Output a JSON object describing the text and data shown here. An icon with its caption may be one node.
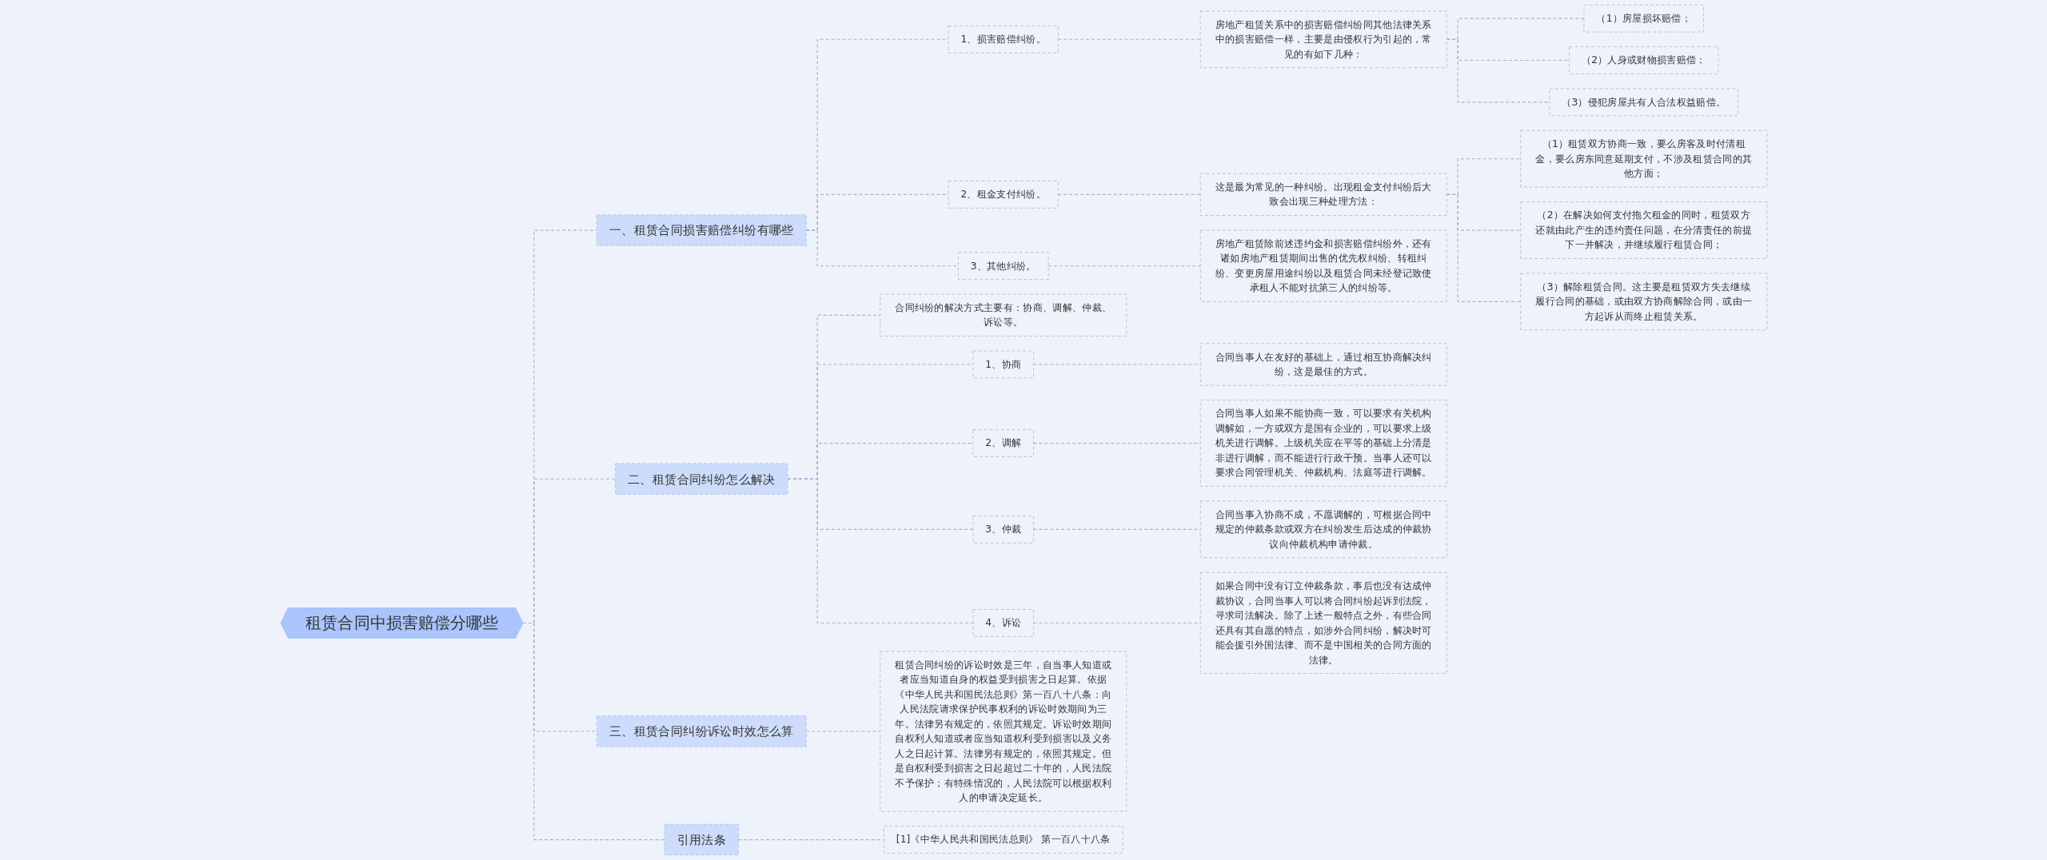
{
  "diagram": {
    "nodes": [
      {
        "text": [
          "租赁合同中损害赔偿分哪些"
        ]
      },
      {
        "text": [
          "一、租赁合同损害赔偿纠纷有哪些"
        ]
      },
      {
        "text": [
          "1、损害赔偿纠纷。"
        ]
      },
      {
        "text": [
          "房地产租赁关系中的损害赔偿纠纷同其他法律关系中的损害赔偿一样，主要是由侵权行为引起的，常见的有如下几种："
        ]
      },
      {
        "text": [
          "（1）房屋损坏赔偿；"
        ]
      },
      {
        "text": [
          "（2）人身或财物损害赔偿；"
        ]
      },
      {
        "text": [
          "（3）侵犯房屋共有人合法权益赔偿。"
        ]
      },
      {
        "text": [
          "2、租金支付纠纷。"
        ]
      },
      {
        "text": [
          "这是最为常见的一种纠纷。出现租金支付纠纷后大致会出现三种处理方法："
        ]
      },
      {
        "text": [
          "（1）租赁双方协商一致，要么房客及时付清租金，要么房东同意延期支付，不涉及租赁合同的其他方面；"
        ]
      },
      {
        "text": [
          "（2）在解决如何支付拖欠租金的同时，租赁双方还就由此产生的违约责任问题，在分清责任的前提下一并解决，并继续履行租赁合同；"
        ]
      },
      {
        "text": [
          "（3）解除租赁合同。这主要是租赁双方失去继续履行合同的基础，或由双方协商解除合同，或由一方起诉从而终止租赁关系。"
        ]
      },
      {
        "text": [
          "3、其他纠纷。"
        ]
      },
      {
        "text": [
          "房地产租赁除前述违约金和损害赔偿纠纷外，还有诸如房地产租赁期间出售的优先权纠纷、转租纠纷、变更房屋用途纠纷以及租赁合同未经登记致使承租人不能对抗第三人的纠纷等。"
        ]
      },
      {
        "text": [
          "二、租赁合同纠纷怎么解决"
        ]
      },
      {
        "text": [
          "合同纠纷的解决方式主要有：协商、调解、仲裁、诉讼等。"
        ]
      },
      {
        "text": [
          "1、协商"
        ]
      },
      {
        "text": [
          "合同当事人在友好的基础上，通过相互协商解决纠纷，这是最佳的方式。"
        ]
      },
      {
        "text": [
          "2、调解"
        ]
      },
      {
        "text": [
          "合同当事人如果不能协商一致，可以要求有关机构调解如，一方或双方是国有企业的，可以要求上级机关进行调解。上级机关应在平等的基础上分清是非进行调解，而不能进行行政干预。当事人还可以要求合同管理机关、仲裁机构、法庭等进行调解。"
        ]
      },
      {
        "text": [
          "3、仲裁"
        ]
      },
      {
        "text": [
          "合同当事入协商不成，不愿调解的，可根据合同中规定的仲裁条款或双方在纠纷发生后达成的仲裁协议向仲裁机构申请仲裁。"
        ]
      },
      {
        "text": [
          "4、诉讼"
        ]
      },
      {
        "text": [
          "如果合同中没有订立仲裁条款，事后也没有达成仲裁协议，合同当事人可以将合同纠纷起诉到法院，寻求司法解决。除了上述一般特点之外，有些合同还具有其自愿的特点，如涉外合同纠纷，解决时可能会援引外国法律、而不是中国相关的合同方面的法律。"
        ]
      },
      {
        "text": [
          "三、租赁合同纠纷诉讼时效怎么算"
        ]
      },
      {
        "text": [
          "租赁合同纠纷的诉讼时效是三年，自当事人知道或者应当知道自身的权益受到损害之日起算。依据《中华人民共和国民法总则》第一百八十八条：向人民法院请求保护民事权利的诉讼时效期间为三年。法律另有规定的，依照其规定。诉讼时效期间自权利人知道或者应当知道权利受到损害以及义务人之日起计算。法律另有规定的，依照其规定。但是自权利受到损害之日起超过二十年的，人民法院不予保护；有特殊情况的，人民法院可以根据权利人的申请决定延长。"
        ]
      },
      {
        "text": [
          "引用法条"
        ]
      },
      {
        "text": [
          "[1]《中华人民共和国民法总则》 第一百八十八条"
        ]
      }
    ],
    "edges": [
      {
        "from": 0,
        "to": 1,
        "arrow": "none",
        "style": "dashed"
      },
      {
        "from": 1,
        "to": 2,
        "arrow": "none",
        "style": "dashed"
      },
      {
        "from": 2,
        "to": 3,
        "arrow": "none",
        "style": "dashed"
      },
      {
        "from": 3,
        "to": 4,
        "arrow": "none",
        "style": "dashed"
      },
      {
        "from": 3,
        "to": 5,
        "arrow": "none",
        "style": "dashed"
      },
      {
        "from": 3,
        "to": 6,
        "arrow": "none",
        "style": "dashed"
      },
      {
        "from": 1,
        "to": 7,
        "arrow": "none",
        "style": "dashed"
      },
      {
        "from": 7,
        "to": 8,
        "arrow": "none",
        "style": "dashed"
      },
      {
        "from": 8,
        "to": 9,
        "arrow": "none",
        "style": "dashed"
      },
      {
        "from": 8,
        "to": 10,
        "arrow": "none",
        "style": "dashed"
      },
      {
        "from": 8,
        "to": 11,
        "arrow": "none",
        "style": "dashed"
      },
      {
        "from": 1,
        "to": 12,
        "arrow": "none",
        "style": "dashed"
      },
      {
        "from": 12,
        "to": 13,
        "arrow": "none",
        "style": "dashed"
      },
      {
        "from": 0,
        "to": 14,
        "arrow": "none",
        "style": "dashed"
      },
      {
        "from": 14,
        "to": 15,
        "arrow": "none",
        "style": "dashed"
      },
      {
        "from": 14,
        "to": 16,
        "arrow": "none",
        "style": "dashed"
      },
      {
        "from": 16,
        "to": 17,
        "arrow": "none",
        "style": "dashed"
      },
      {
        "from": 14,
        "to": 18,
        "arrow": "none",
        "style": "dashed"
      },
      {
        "from": 18,
        "to": 19,
        "arrow": "none",
        "style": "dashed"
      },
      {
        "from": 14,
        "to": 20,
        "arrow": "none",
        "style": "dashed"
      },
      {
        "from": 20,
        "to": 21,
        "arrow": "none",
        "style": "dashed"
      },
      {
        "from": 14,
        "to": 22,
        "arrow": "none",
        "style": "dashed"
      },
      {
        "from": 22,
        "to": 23,
        "arrow": "none",
        "style": "dashed"
      },
      {
        "from": 0,
        "to": 24,
        "arrow": "none",
        "style": "dashed"
      },
      {
        "from": 24,
        "to": 25,
        "arrow": "none",
        "style": "dashed"
      },
      {
        "from": 0,
        "to": 26,
        "arrow": "none",
        "style": "dashed"
      },
      {
        "from": 26,
        "to": 27,
        "arrow": "none",
        "style": "dashed"
      }
    ]
  }
}
